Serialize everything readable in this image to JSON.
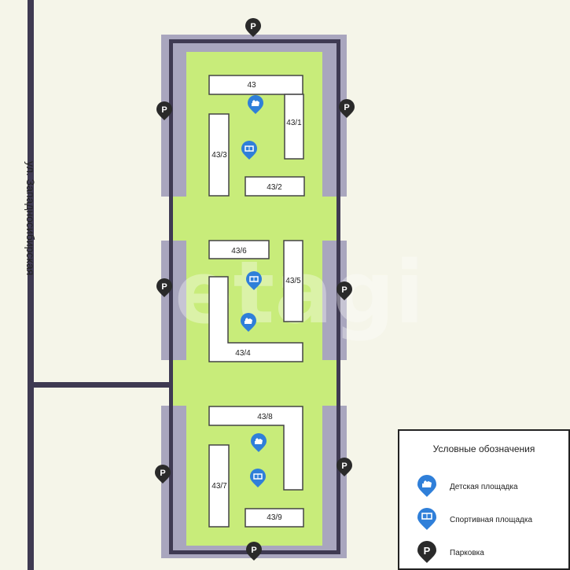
{
  "street_name": "ул. Западносибирская",
  "watermark": "etagi",
  "buildings": {
    "b43": "43",
    "b43_1": "43/1",
    "b43_2": "43/2",
    "b43_3": "43/3",
    "b43_4": "43/4",
    "b43_5": "43/5",
    "b43_6": "43/6",
    "b43_7": "43/7",
    "b43_8": "43/8",
    "b43_9": "43/9"
  },
  "parking_symbol": "P",
  "legend": {
    "title": "Условные обозначения",
    "items": [
      {
        "icon": "playground-icon",
        "label": "Детская площадка"
      },
      {
        "icon": "sports-ground-icon",
        "label": "Спортивная площадка"
      },
      {
        "icon": "parking-icon",
        "label": "Парковка"
      }
    ]
  },
  "colors": {
    "background": "#F5F5E9",
    "lawn": "#C8EC7A",
    "parking_area": "#A9A6BE",
    "road": "#3F3A52",
    "building": "#FFFFFF",
    "marker_blue": "#2F7FD9",
    "marker_dark": "#2A2A2A"
  }
}
